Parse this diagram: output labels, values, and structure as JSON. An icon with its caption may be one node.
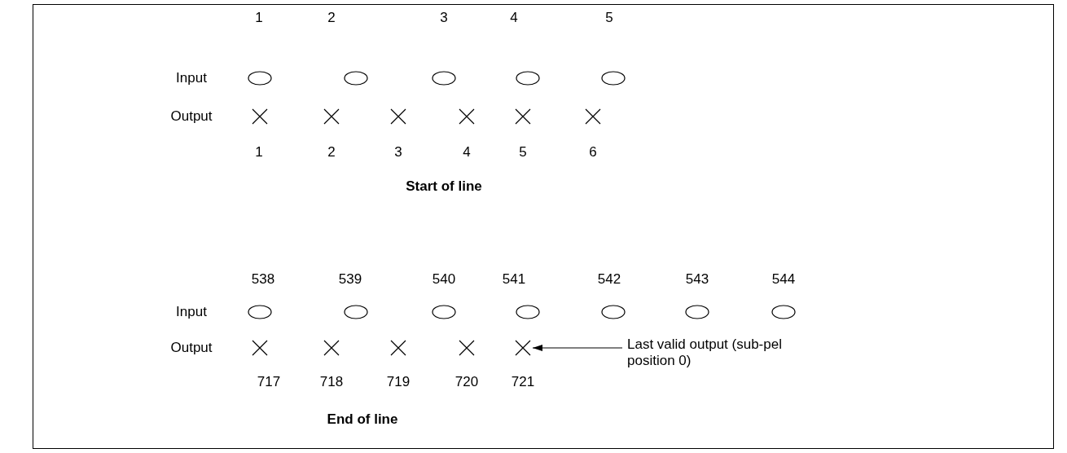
{
  "diagram": {
    "nodes": [
      {
        "text": [
          "Last valid output (sub-pel position 0)"
        ]
      },
      {
        "text": [],
        "shape": "cross"
      }
    ],
    "edges": [
      {
        "from": 0,
        "to": 1,
        "arrow": "to"
      }
    ],
    "labels": [
      "1",
      "2",
      "3",
      "4",
      "5",
      "Input",
      "Output",
      "1",
      "2",
      "3",
      "4",
      "5",
      "6",
      "Start of line",
      "538",
      "539",
      "540",
      "541",
      "542",
      "543",
      "544",
      "Input",
      "Output",
      "717",
      "718",
      "719",
      "720",
      "721",
      "End of line"
    ]
  }
}
